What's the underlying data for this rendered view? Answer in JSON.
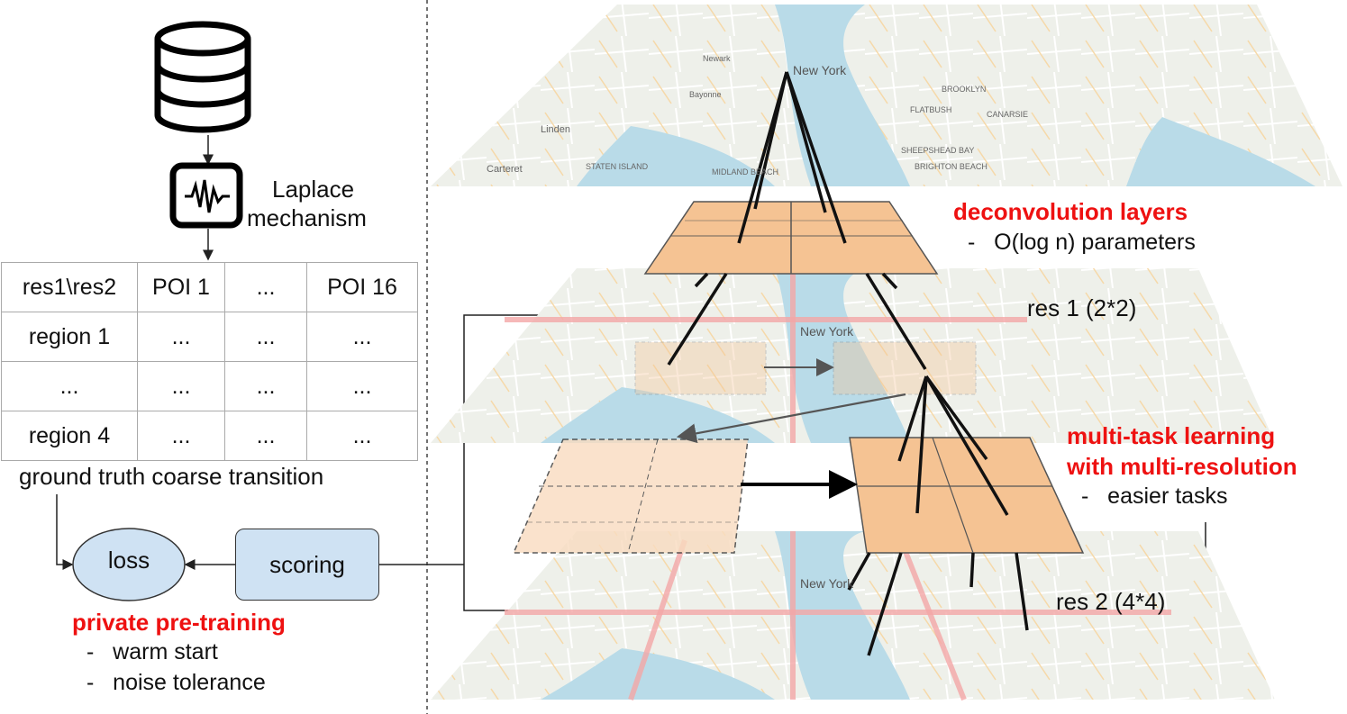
{
  "left": {
    "laplace_label_line1": "Laplace",
    "laplace_label_line2": "mechanism",
    "table": {
      "header": [
        "res1\\res2",
        "POI 1",
        "...",
        "POI 16"
      ],
      "rows": [
        [
          "region 1",
          "...",
          "...",
          "..."
        ],
        [
          "...",
          "...",
          "...",
          "..."
        ],
        [
          "region 4",
          "...",
          "...",
          "..."
        ]
      ]
    },
    "table_caption": "ground truth coarse transition",
    "loss_label": "loss",
    "scoring_label": "scoring",
    "pretraining_title": "private pre-training",
    "pretraining_bullets": [
      "warm start",
      "noise tolerance"
    ]
  },
  "right": {
    "deconv_title": "deconvolution layers",
    "deconv_bullet": "O(log n) parameters",
    "res1_label": "res 1 (2*2)",
    "res2_label": "res 2 (4*4)",
    "mtl_title_line1": "multi-task learning",
    "mtl_title_line2": "with multi-resolution",
    "mtl_bullet": "easier tasks",
    "map_city_label": "New York",
    "map_labels": [
      "BROOKLYN",
      "FLATBUSH",
      "CANARSIE",
      "STATEN ISLAND",
      "MIDLAND BEACH",
      "SHEEPSHEAD BAY",
      "BRIGHTON BEACH",
      "Carteret",
      "Linden",
      "Bayonne",
      "Newark"
    ]
  },
  "colors": {
    "highlight_red": "#ee1111",
    "grid_orange": "#f5c393",
    "box_blue": "#cfe2f3",
    "map_water": "#b9dbe8",
    "map_land": "#eef0ea"
  },
  "icons": [
    "database-icon",
    "waveform-icon"
  ]
}
